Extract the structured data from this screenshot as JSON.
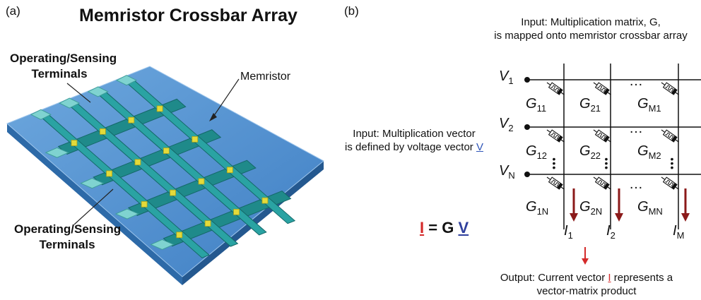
{
  "panel_a": {
    "label": "(a)",
    "title": "Memristor Crossbar Array",
    "callout_top": [
      "Operating/Sensing",
      "Terminals"
    ],
    "callout_bottom": [
      "Operating/Sensing",
      "Terminals"
    ],
    "memristor_label": "Memristor",
    "colors": {
      "substrate": "#4f8fd0",
      "bar": "#1f8a8a",
      "memristor": "#e3da3a",
      "pad": "#7fd3d0"
    }
  },
  "panel_b": {
    "label": "(b)",
    "input_matrix_note": [
      "Input: Multiplication matrix, G,",
      "is mapped onto memristor crossbar array"
    ],
    "input_vector_note": [
      "Input: Multiplication vector",
      "is defined by voltage vector"
    ],
    "input_vector_symbol": "V",
    "equation": {
      "lhs": "I",
      "eq": "=",
      "g": "G",
      "rhs": "V"
    },
    "voltages": [
      {
        "base": "V",
        "sub": "1"
      },
      {
        "base": "V",
        "sub": "2"
      },
      {
        "base": "V",
        "sub": "N"
      }
    ],
    "conductances": [
      {
        "base": "G",
        "sub": "11"
      },
      {
        "base": "G",
        "sub": "21"
      },
      {
        "base": "G",
        "sub": "M1"
      },
      {
        "base": "G",
        "sub": "12"
      },
      {
        "base": "G",
        "sub": "22"
      },
      {
        "base": "G",
        "sub": "M2"
      },
      {
        "base": "G",
        "sub": "1N"
      },
      {
        "base": "G",
        "sub": "2N"
      },
      {
        "base": "G",
        "sub": "MN"
      }
    ],
    "currents": [
      {
        "base": "I",
        "sub": "1"
      },
      {
        "base": "I",
        "sub": "2"
      },
      {
        "base": "I",
        "sub": "M"
      }
    ],
    "output_note_prefix": "Output: Current vector",
    "output_symbol": "I",
    "output_note_suffix": "represents a",
    "output_note_line2": "vector-matrix product",
    "ellipsis": "…",
    "colors": {
      "arrow": "#8b1a1a",
      "lines": "#111111",
      "v_underline": "#2f55b8",
      "i_underline": "#d42a2a"
    }
  }
}
